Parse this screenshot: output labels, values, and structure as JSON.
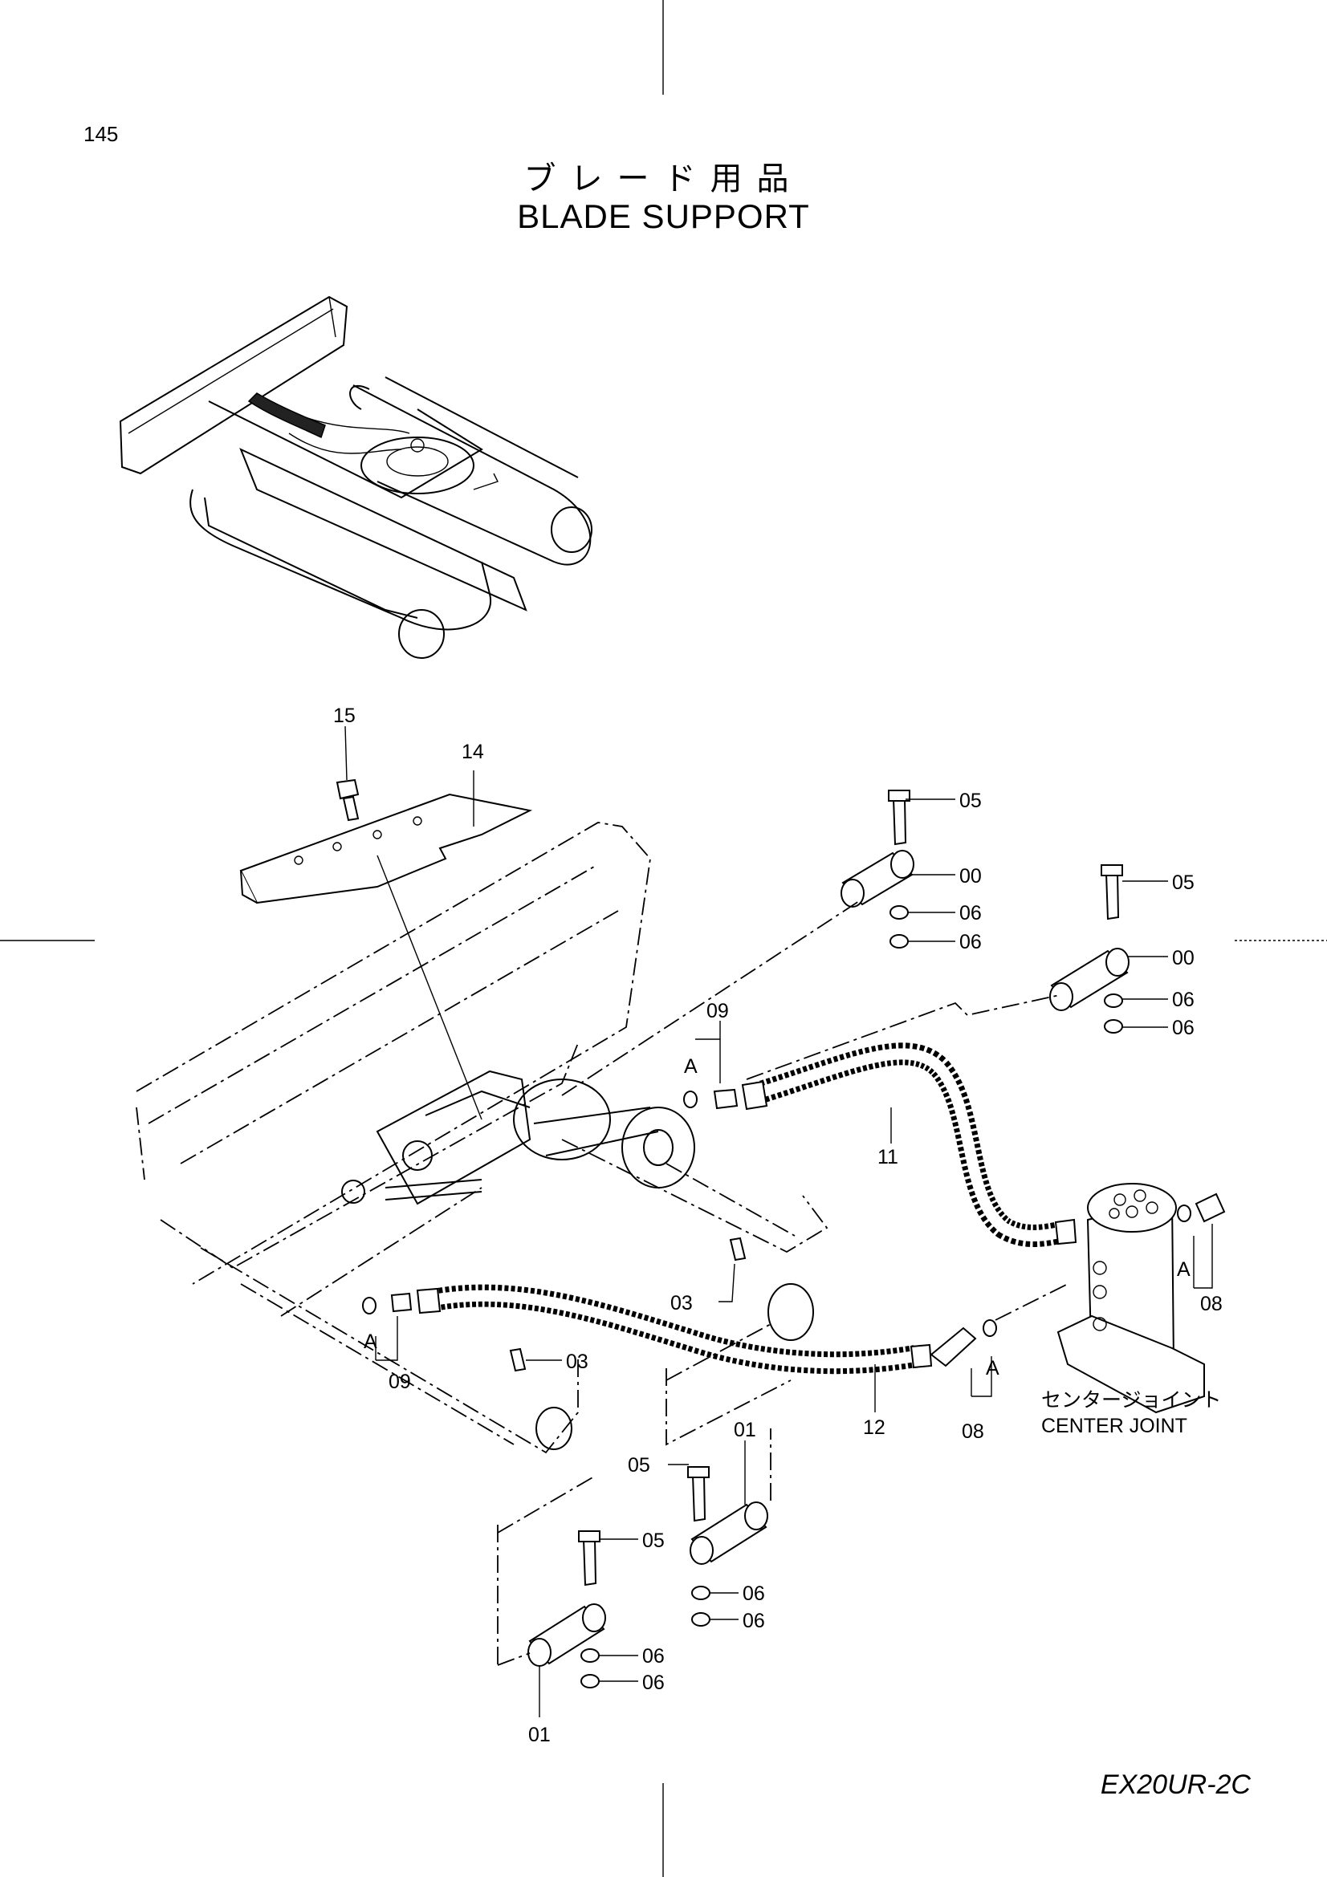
{
  "page": {
    "number": "145",
    "model": "EX20UR-2C"
  },
  "title": {
    "japanese": "ブレード用品",
    "english": "BLADE SUPPORT"
  },
  "callouts": {
    "p15": "15",
    "p14": "14",
    "p05a": "05",
    "p00a": "00",
    "p06a": "06",
    "p06b": "06",
    "p05b": "05",
    "p00b": "00",
    "p06c": "06",
    "p06d": "06",
    "p09top": "09",
    "p11": "11",
    "p03a": "03",
    "p03b": "03",
    "p09bottom": "09",
    "p12": "12",
    "p08right": "08",
    "p08bottom": "08",
    "p01a": "01",
    "p05c": "05",
    "p06e": "06",
    "p06f": "06",
    "p05d": "05",
    "p06g": "06",
    "p06h": "06",
    "p01b": "01"
  },
  "ref_marks": {
    "a1": "A",
    "a2": "A",
    "a3": "A",
    "a4": "A"
  },
  "center_joint": {
    "japanese": "センタージョイント",
    "english": "CENTER JOINT"
  }
}
